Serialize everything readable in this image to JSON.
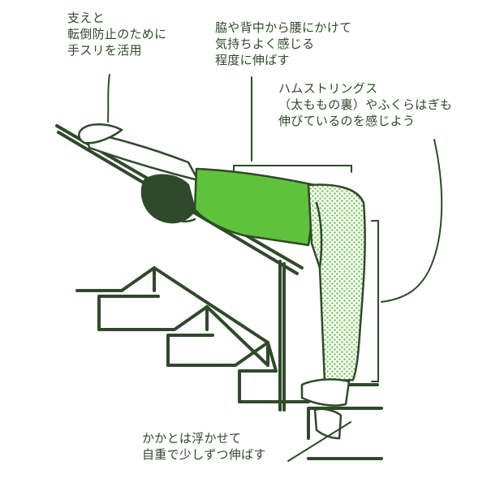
{
  "annotations": {
    "handrail": {
      "lines": [
        "支えと",
        "転倒防止のために",
        "手スリを活用"
      ]
    },
    "back": {
      "lines": [
        "脇や背中から腰にかけて",
        "気持ちよく感じる",
        "程度に伸ばす"
      ]
    },
    "hamstrings": {
      "lines": [
        "ハムストリングス",
        "（太ももの裏）やふくらはぎも",
        "伸びているのを感じよう"
      ]
    },
    "heel": {
      "lines": [
        "かかとは浮かせて",
        "自重で少しずつ伸ばす"
      ]
    }
  },
  "colors": {
    "ink": "#2f4a2a",
    "shirt": "#5ec23a",
    "pants_dots": "#7bc95a",
    "skin": "#ffffff"
  }
}
